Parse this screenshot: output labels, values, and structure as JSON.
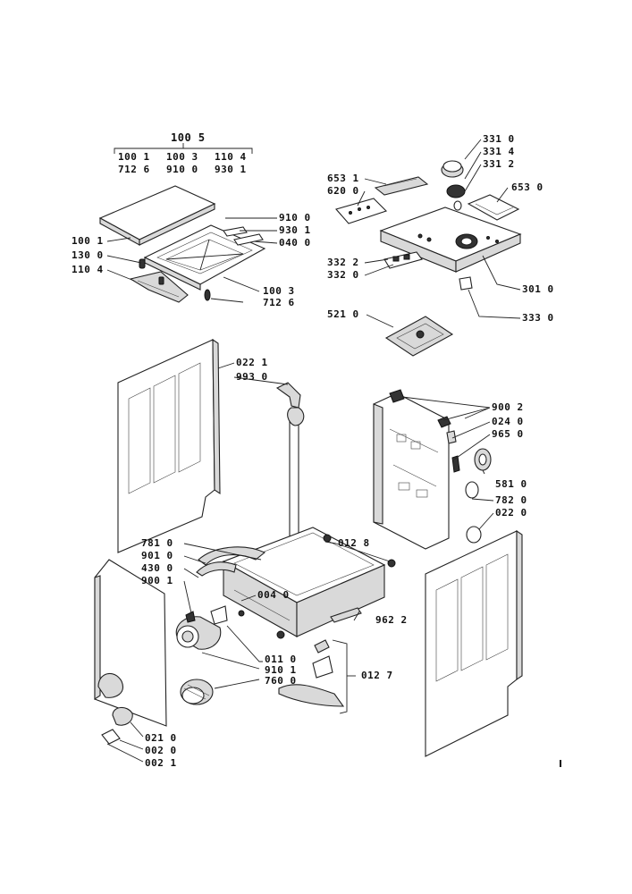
{
  "header": {
    "group_top": "100 5",
    "row1": [
      "100 1",
      "100 3",
      "110 4"
    ],
    "row2": [
      "712 6",
      "910 0",
      "930 1"
    ]
  },
  "labels": {
    "l_910_0_top": "910 0",
    "l_930_1": "930 1",
    "l_040_0": "040 0",
    "l_100_1": "100 1",
    "l_130_0": "130 0",
    "l_110_4": "110 4",
    "l_100_3": "100 3",
    "l_712_6": "712 6",
    "l_331_0": "331 0",
    "l_331_4": "331 4",
    "l_331_2": "331 2",
    "l_653_1": "653 1",
    "l_620_0": "620 0",
    "l_653_0": "653 0",
    "l_332_2": "332 2",
    "l_332_0": "332 0",
    "l_301_0": "301 0",
    "l_333_0": "333 0",
    "l_521_0": "521 0",
    "l_022_1": "022 1",
    "l_993_0": "993 0",
    "l_900_2": "900 2",
    "l_024_0": "024 0",
    "l_965_0": "965 0",
    "l_581_0": "581 0",
    "l_782_0": "782 0",
    "l_022_0": "022 0",
    "l_781_0": "781 0",
    "l_901_0": "901 0",
    "l_430_0": "430 0",
    "l_900_1": "900 1",
    "l_012_8": "012 8",
    "l_004_0": "004 0",
    "l_962_2": "962 2",
    "l_011_0": "011 0",
    "l_910_1": "910 1",
    "l_760_0": "760 0",
    "l_012_7": "012 7",
    "l_021_0": "021 0",
    "l_002_0": "002 0",
    "l_002_1": "002 1"
  }
}
